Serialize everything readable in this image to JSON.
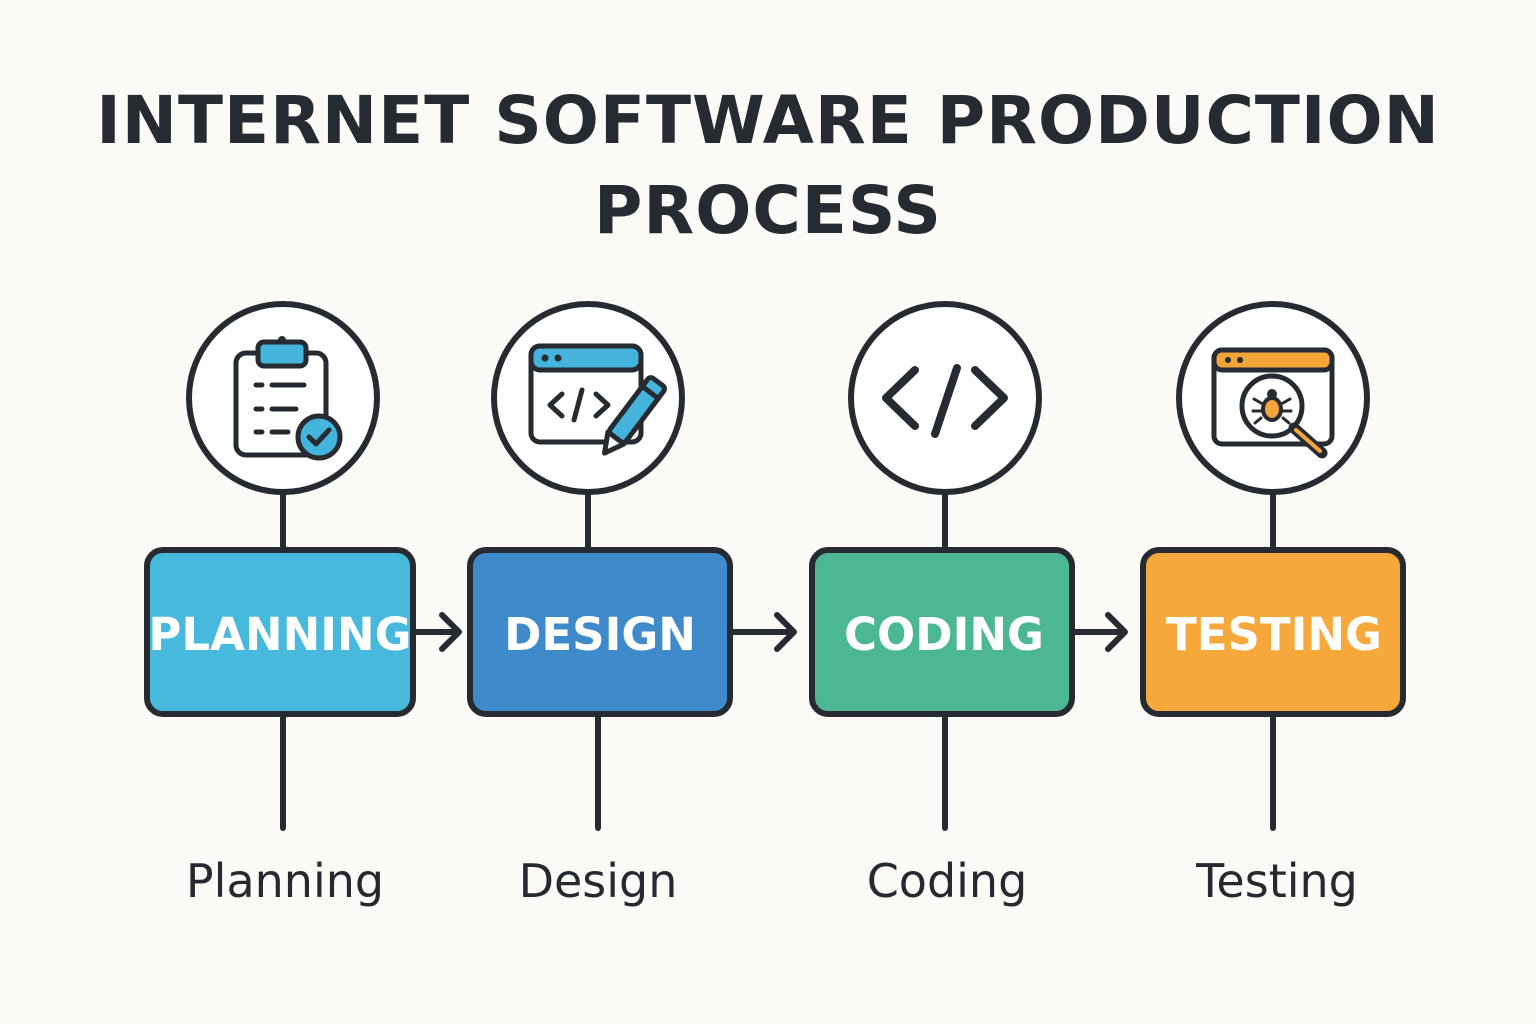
{
  "title": {
    "line1": "INTERNET SOFTWARE PRODUCTION",
    "line2": "PROCESS"
  },
  "stages": [
    {
      "box_label": "PLANNING",
      "caption": "Planning",
      "color": "#46b9dd",
      "icon": "clipboard-checklist-icon"
    },
    {
      "box_label": "DESIGN",
      "caption": "Design",
      "color": "#3f8acb",
      "icon": "code-window-pencil-icon"
    },
    {
      "box_label": "CODING",
      "caption": "Coding",
      "color": "#4cb893",
      "icon": "code-brackets-icon"
    },
    {
      "box_label": "TESTING",
      "caption": "Testing",
      "color": "#f7a83a",
      "icon": "bug-search-icon"
    }
  ],
  "colors": {
    "outline": "#262b31",
    "background": "#fbfaf7",
    "icon_blue": "#44b4dc",
    "icon_orange": "#f4a53a"
  }
}
